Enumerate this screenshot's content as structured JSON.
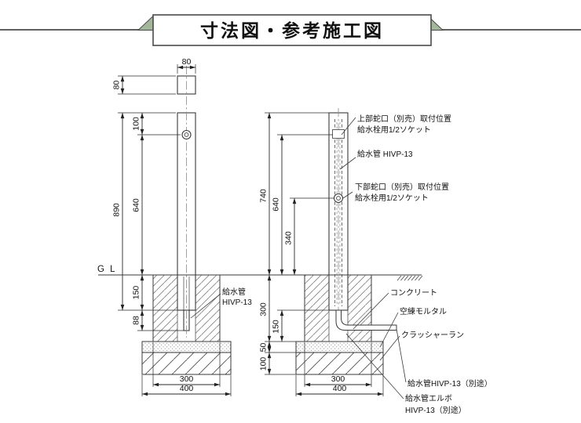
{
  "title": "寸法図・参考施工図",
  "gl": "G L",
  "left": {
    "dim_top_width": "80",
    "dim_side_width": "80",
    "dim_faucet_offset": "100",
    "dim_post_length": "890",
    "dim_faucet_height": "640",
    "dim_embed": "150",
    "dim_pipe_stub": "88",
    "dim_base": "300",
    "dim_footing": "400",
    "label_pipe1": "給水管",
    "label_pipe2": "HIVP-13"
  },
  "right": {
    "dim_height": "740",
    "dim_upper_faucet": "640",
    "dim_lower_faucet": "340",
    "dim_concrete": "300",
    "dim_embed": "150",
    "dim_mortar": "50",
    "dim_crusher": "100",
    "dim_base": "300",
    "dim_footing": "400",
    "label_upper1": "上部蛇口（別売）取付位置",
    "label_upper2": "給水栓用1/2ソケット",
    "label_pipe": "給水管 HIVP-13",
    "label_lower1": "下部蛇口（別売）取付位置",
    "label_lower2": "給水栓用1/2ソケット",
    "label_concrete": "コンクリート",
    "label_mortar": "空練モルタル",
    "label_crusher": "クラッシャーラン",
    "label_pipe_sep": "給水管HIVP-13（別途）",
    "label_elbow1": "給水管エルボ",
    "label_elbow2": "HIVP-13（別途）"
  },
  "colors": {
    "ribbon": "#a3b79a",
    "line": "#3a3a3a"
  }
}
